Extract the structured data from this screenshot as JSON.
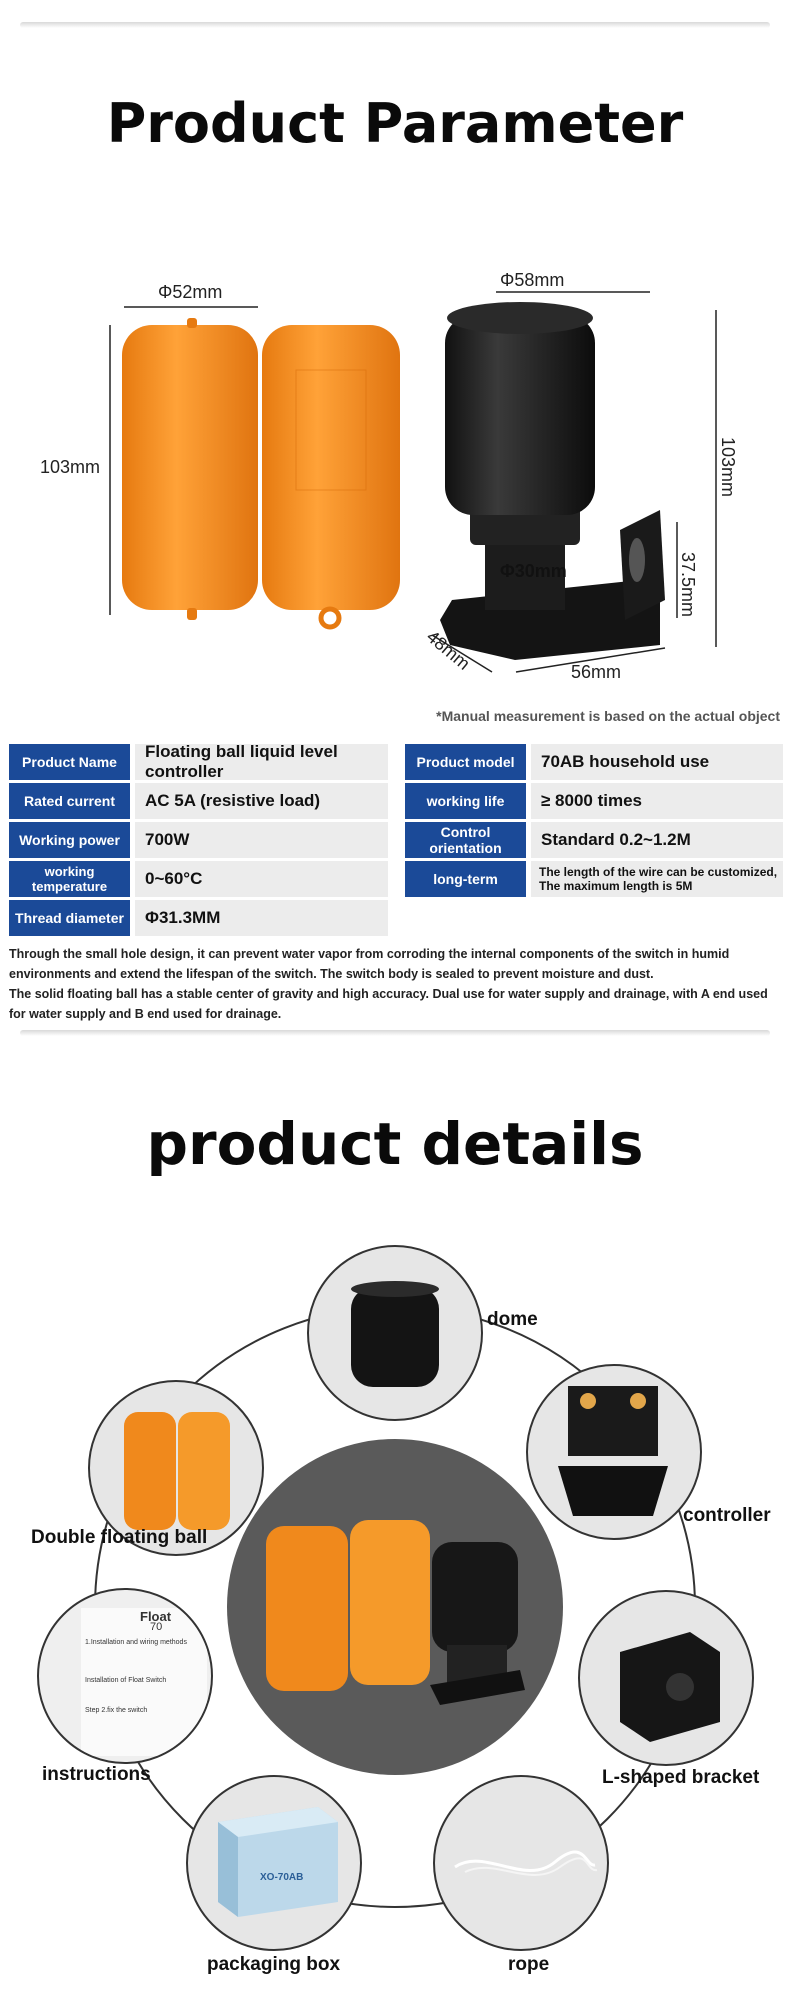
{
  "section1": {
    "title": "Product Parameter",
    "dims": {
      "ball_diameter": "Φ52mm",
      "ball_height": "103mm",
      "dome_diameter": "Φ58mm",
      "body_height": "103mm",
      "bracket_height": "37.5mm",
      "thread_diameter": "Φ30mm",
      "base_depth": "48mm",
      "base_width": "56mm"
    },
    "note": "*Manual measurement is based on the actual object",
    "specs_left": [
      {
        "label": "Product Name",
        "value": "Floating ball liquid level controller"
      },
      {
        "label": "Rated current",
        "value": "AC 5A (resistive load)"
      },
      {
        "label": "Working power",
        "value": "700W"
      },
      {
        "label": "working temperature",
        "value": "0~60°C"
      },
      {
        "label": "Thread diameter",
        "value": "Φ31.3MM"
      }
    ],
    "specs_right": [
      {
        "label": "Product model",
        "value": "70AB household use"
      },
      {
        "label": "working life",
        "value": "≥ 8000 times"
      },
      {
        "label": "Control orientation",
        "value": "Standard 0.2~1.2M"
      },
      {
        "label": "long-term",
        "value": "The length of the wire can be customized, The maximum length is 5M"
      }
    ],
    "para1": "Through the small hole design, it can prevent water vapor from corroding the internal components of the switch in humid environments and extend the lifespan of the switch. The switch body is sealed to prevent moisture and dust.",
    "para2": "The solid floating ball has a stable center of gravity and high accuracy. Dual use for water supply and drainage, with A end used for water supply and B end used for drainage."
  },
  "section2": {
    "title": "product details",
    "labels": {
      "dome": "dome",
      "controller": "controller",
      "double_ball": "Double floating ball",
      "instructions": "instructions",
      "bracket": "L-shaped bracket",
      "packaging": "packaging box",
      "rope": "rope"
    },
    "instruction_text": {
      "line1": "Float",
      "line2": "70",
      "line3": "1.Installation and wiring methods",
      "line4": "Installation of Float Switch",
      "line5": "Step 2.fix the switch",
      "box_label": "XO-70AB"
    }
  },
  "colors": {
    "accent_blue": "#1b4a98",
    "orange": "#f28c1e",
    "cell_gray": "#ececec"
  }
}
